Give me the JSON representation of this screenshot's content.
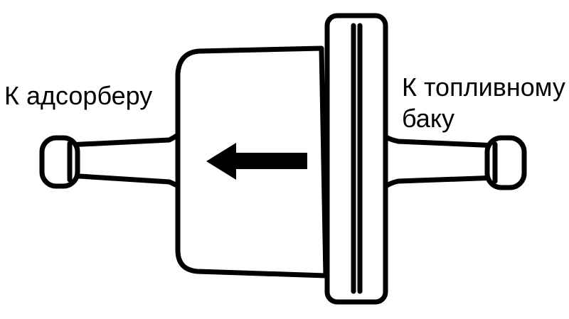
{
  "labels": {
    "left": "К адсорберу",
    "right_line1": "К топливному",
    "right_line2": "баку"
  },
  "icons": {
    "flow_arrow": "arrow-left-icon"
  },
  "colors": {
    "ink": "#000000",
    "background": "#ffffff"
  }
}
